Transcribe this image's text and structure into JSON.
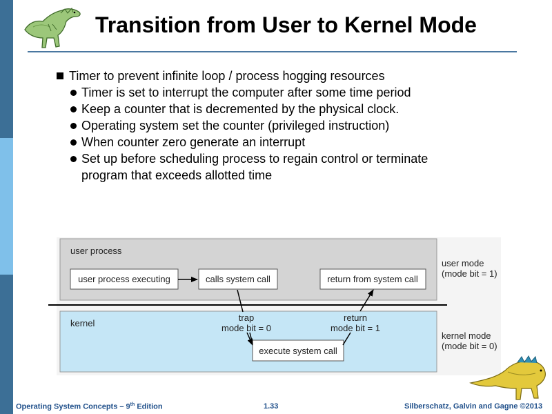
{
  "slide": {
    "title": "Transition from User to Kernel Mode",
    "bullet_main": "Timer to prevent infinite loop / process hogging resources",
    "sub_bullets": [
      "Timer is set to interrupt the computer after some time period",
      "Keep a counter that is decremented by the physical clock.",
      "Operating system set the counter (privileged instruction)",
      "When counter zero generate an interrupt",
      "Set up before scheduling process to regain control or terminate"
    ],
    "sub_bullet_continuation": "program that exceeds allotted time"
  },
  "diagram": {
    "user_region_label": "user process",
    "kernel_region_label": "kernel",
    "boxes": {
      "user_process_executing": "user process executing",
      "calls_system_call": "calls system call",
      "return_from_system_call": "return from system call",
      "execute_system_call": "execute system call"
    },
    "trap_label": "trap",
    "trap_mode": "mode bit = 0",
    "return_label": "return",
    "return_mode": "mode bit = 1",
    "user_mode_label": "user mode",
    "user_mode_bit": "(mode bit = 1)",
    "kernel_mode_label": "kernel mode",
    "kernel_mode_bit": "(mode bit = 0)"
  },
  "footer": {
    "left": "Operating System Concepts – 9",
    "left_sup": "th",
    "left_tail": " Edition",
    "page": "1.33",
    "right": "Silberschatz, Galvin and Gagne ©2013"
  },
  "colors": {
    "sidebar_dark": "#3c6f96",
    "sidebar_light": "#7fc0ea",
    "user_region": "#d4d4d4",
    "kernel_region": "#c5e6f6",
    "footer_text": "#1f4f8a"
  },
  "icons": [
    "dinosaur-logo-icon",
    "dinosaur-mascot-icon"
  ]
}
